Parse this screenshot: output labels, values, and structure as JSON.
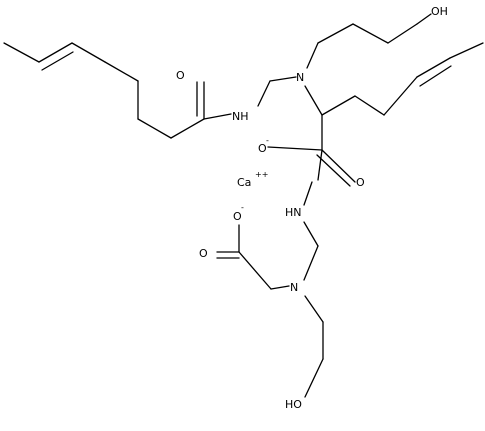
{
  "molecule": {
    "atoms": {
      "oh_top": "OH",
      "n_top": "N",
      "nh_left": "NH",
      "o_amide_left": "O",
      "o_carboxylate_top": "O",
      "o_carboxylate_top_charge": "-",
      "o_amide_right": "O",
      "calcium": "Ca",
      "calcium_charge": "++",
      "hn_middle": "HN",
      "o_carboxylate_bottom": "O",
      "o_carboxylate_bottom_charge": "-",
      "o_carbonyl_bottom": "O",
      "n_bottom": "N",
      "ho_bottom": "HO"
    }
  }
}
